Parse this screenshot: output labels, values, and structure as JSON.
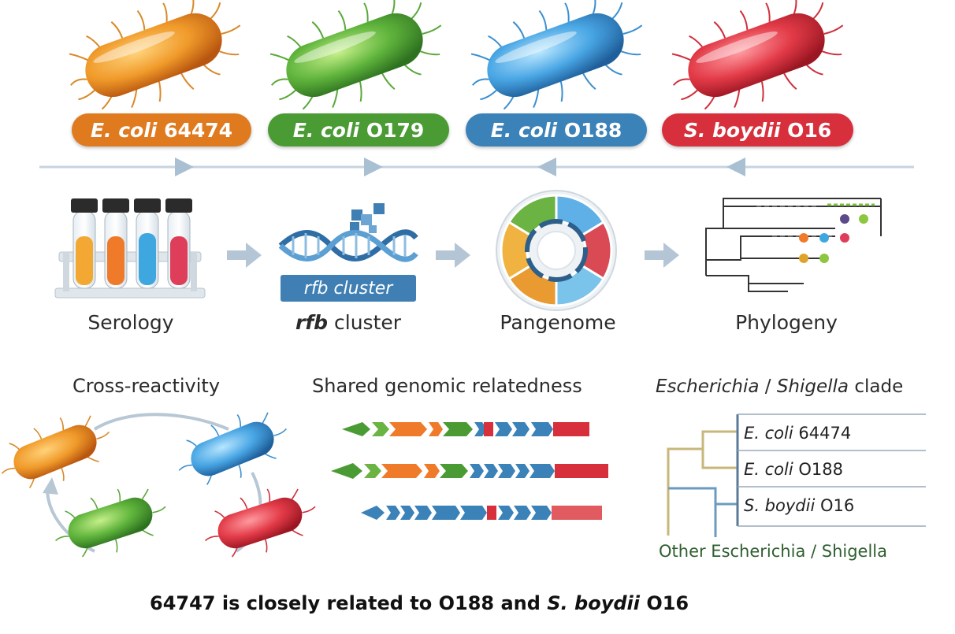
{
  "strains": [
    {
      "species": "E. coli",
      "serotype": "64474",
      "color": "#e07a1f"
    },
    {
      "species": "E. coli",
      "serotype": "O179",
      "color": "#4b9b35"
    },
    {
      "species": "E. coli",
      "serotype": "O188",
      "color": "#3b82b8"
    },
    {
      "species": "S. boydii",
      "serotype": "O16",
      "color": "#d7303c"
    }
  ],
  "steps": [
    {
      "label": "Serology",
      "icon": "test-tubes-icon"
    },
    {
      "label_em": "rfb",
      "label_rest": " cluster",
      "icon": "dna-icon",
      "badge": "rfb cluster"
    },
    {
      "label": "Pangenome",
      "icon": "pangenome-ring-icon"
    },
    {
      "label": "Phylogeny",
      "icon": "phylogeny-tree-icon"
    }
  ],
  "panels": {
    "cross_reactivity": "Cross-reactivity",
    "shared": "Shared genomic relatedness",
    "clade_em1": "Escherichia",
    "clade_sep": " / ",
    "clade_em2": "Shigella",
    "clade_rest": " clade"
  },
  "tree": {
    "leaves": [
      {
        "species": "E. coli",
        "serotype": "64474"
      },
      {
        "species": "E. coli",
        "serotype": "O188"
      },
      {
        "species": "S. boydii",
        "serotype": "O16"
      }
    ],
    "outgroup": "Other Escherichia / Shigella"
  },
  "footer": {
    "pre": "64747 is closely related to O188 and ",
    "em": "S. boydii",
    "post": " O16"
  },
  "colors": {
    "orange": "#e07a1f",
    "green": "#4b9b35",
    "blue": "#3b82b8",
    "red": "#d7303c",
    "arrow": "#b4c6d6",
    "tree_line": "#333333",
    "clade_gold": "#c8b77a",
    "outgroup_green": "#2f5e2f"
  }
}
